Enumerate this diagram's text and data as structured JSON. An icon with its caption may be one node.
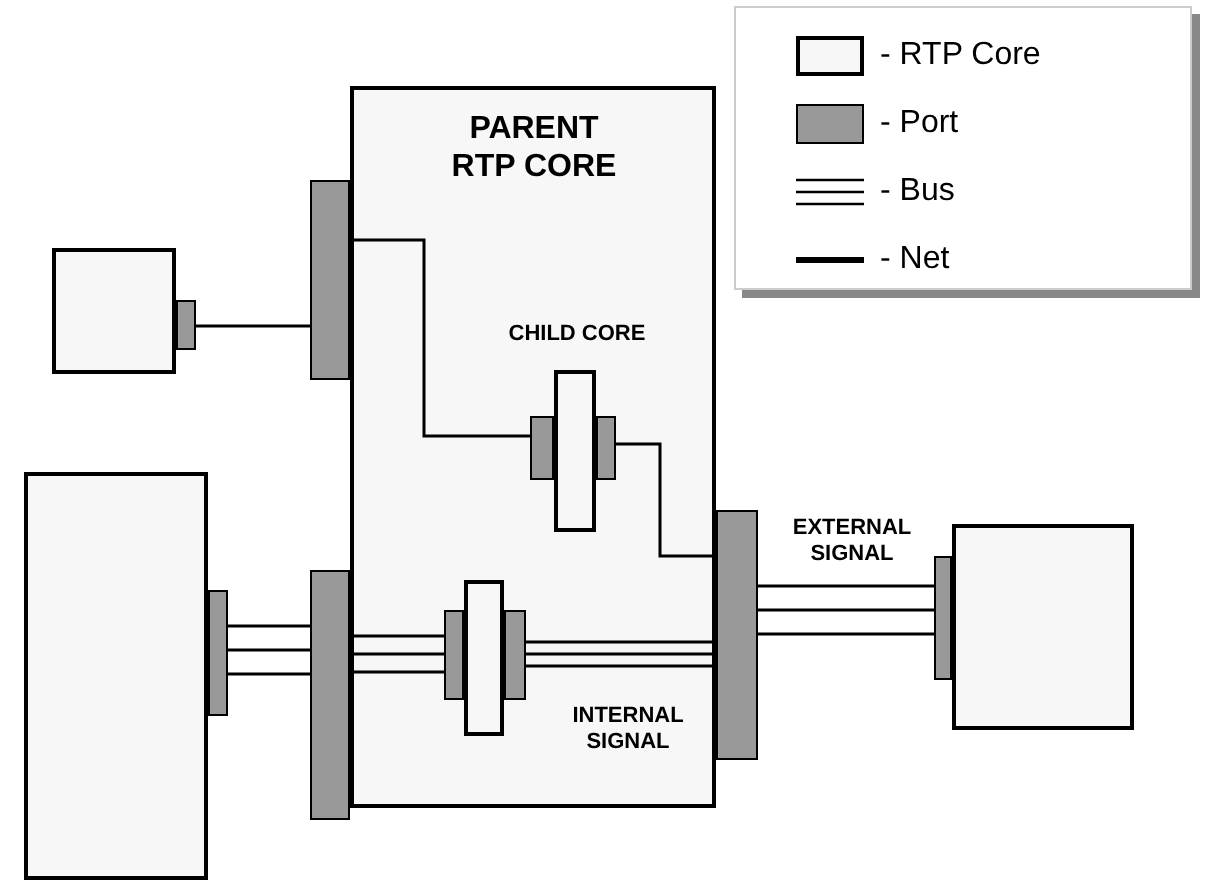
{
  "diagram": {
    "nodes": [
      {
        "text": [
          "PARENT RTP CORE"
        ]
      },
      {
        "text": [
          "CHILD CORE"
        ],
        "in": 0
      },
      {
        "text": [],
        "shape": "bar",
        "in": 0
      },
      {
        "text": [],
        "shape": "bar",
        "in": 0
      },
      {
        "text": [],
        "shape": "box",
        "in": 0
      },
      {
        "text": [],
        "shape": "bar",
        "in": 0
      },
      {
        "text": [],
        "shape": "bar",
        "in": 0
      },
      {
        "text": [],
        "shape": "bar"
      },
      {
        "text": [],
        "shape": "bar"
      },
      {
        "text": [],
        "shape": "bar"
      },
      {
        "text": [],
        "shape": "box"
      },
      {
        "text": [],
        "shape": "bar"
      },
      {
        "text": [],
        "shape": "box"
      },
      {
        "text": [],
        "shape": "bar"
      },
      {
        "text": [],
        "shape": "box"
      },
      {
        "text": [],
        "shape": "bar"
      }
    ],
    "edges": [
      {
        "from": 11,
        "to": 7,
        "arrow": "none"
      },
      {
        "from": 7,
        "to": 2,
        "arrow": "none"
      },
      {
        "from": 3,
        "to": 9,
        "arrow": "none"
      },
      {
        "from": 13,
        "to": 8,
        "arrow": "none"
      },
      {
        "from": 8,
        "to": 5,
        "arrow": "none"
      },
      {
        "from": 6,
        "to": 9,
        "arrow": "none",
        "label": "INTERNAL SIGNAL"
      },
      {
        "from": 9,
        "to": 15,
        "arrow": "none",
        "label": "EXTERNAL SIGNAL"
      }
    ],
    "legend": [
      {
        "text": "- RTP Core",
        "color": "#f7f7f7"
      },
      {
        "text": "- Port",
        "color": "#999999"
      },
      {
        "text": "- Bus"
      },
      {
        "text": "- Net"
      }
    ]
  }
}
